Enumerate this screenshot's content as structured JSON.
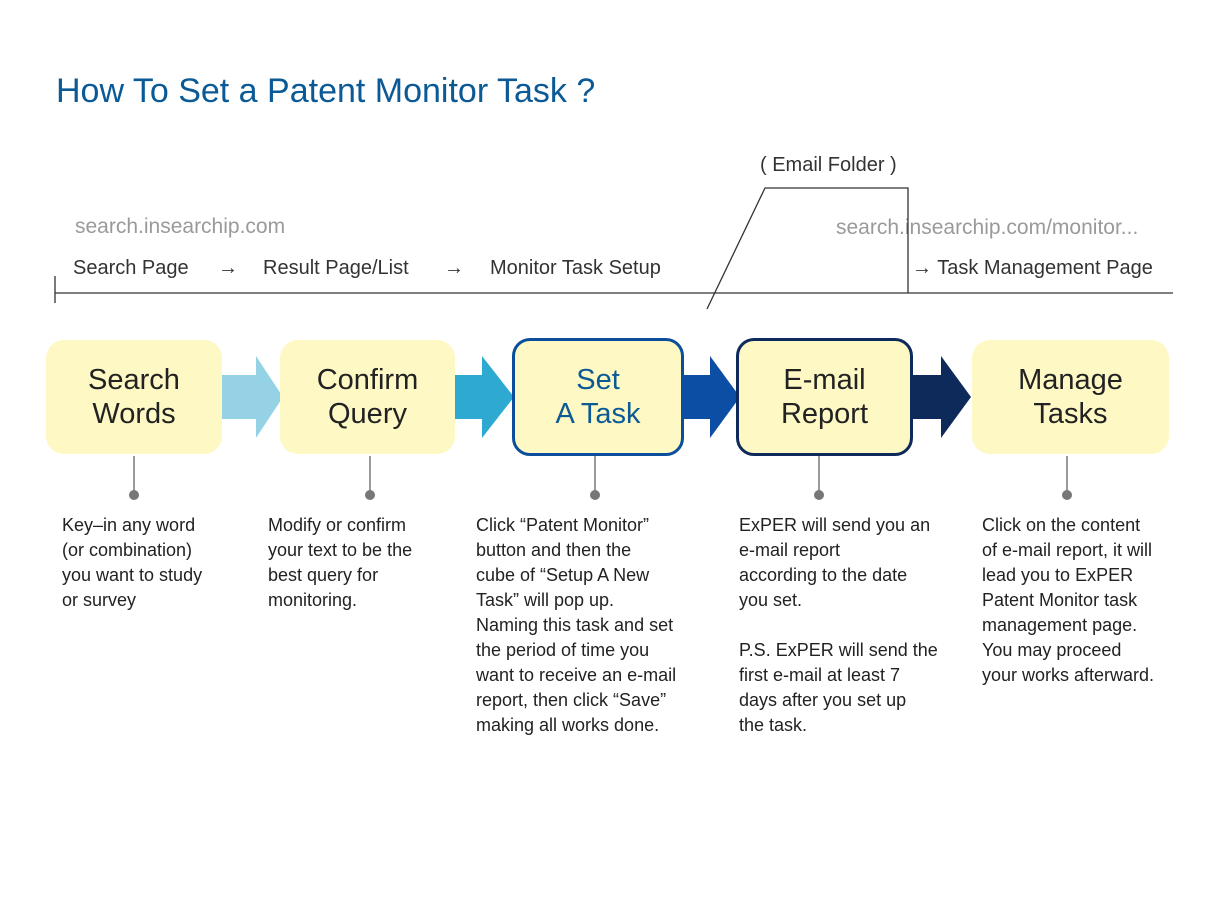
{
  "title": "How To Set a Patent Monitor Task ?",
  "top": {
    "email_folder": "( Email Folder )",
    "url_left": "search.insearchip.com",
    "url_right": "search.insearchip.com/monitor...",
    "nav": {
      "search_page": "Search Page",
      "arrow": "→",
      "result_page": "Result Page/List",
      "monitor_setup": "Monitor Task Setup",
      "task_management": "→ Task Management Page"
    }
  },
  "steps": [
    {
      "line1": "Search",
      "line2": "Words"
    },
    {
      "line1": "Confirm",
      "line2": "Query"
    },
    {
      "line1": "Set",
      "line2": "A Task"
    },
    {
      "line1": "E-mail",
      "line2": "Report"
    },
    {
      "line1": "Manage",
      "line2": "Tasks"
    }
  ],
  "descriptions": {
    "search_words": [
      "Key–in any word",
      "(or combination)",
      "you want to study",
      "or  survey"
    ],
    "confirm_query": [
      "Modify or confirm",
      "your text to be the",
      "best query for",
      "monitoring."
    ],
    "set_task": [
      "Click  “Patent Monitor”",
      "button and then the",
      "cube of  “Setup A New",
      "Task”  will pop up.",
      "Naming this task and set",
      "the period of time you",
      "want to receive an e-mail",
      "report, then click  “Save”",
      "making all works done."
    ],
    "email_report_p1": [
      "ExPER will send you an",
      "e-mail report",
      "according to the date",
      "you set."
    ],
    "email_report_p2": [
      "P.S. ExPER will send the",
      "first e-mail at least 7",
      "days after you set up",
      "the task."
    ],
    "manage_tasks": [
      "Click on the content",
      "of e-mail report, it will",
      "lead you to ExPER",
      "Patent Monitor task",
      "management page.",
      "You may proceed",
      "your works afterward."
    ]
  },
  "colors": {
    "title": "#0b5a96",
    "box_fill": "#fdf8c4",
    "set_task_border": "#0b4f9c",
    "email_border": "#0e2a5a",
    "arrow1": "#96d2e6",
    "arrow2": "#2ea9d2",
    "arrow3": "#0b4ea3",
    "arrow4": "#0e2a5a"
  }
}
